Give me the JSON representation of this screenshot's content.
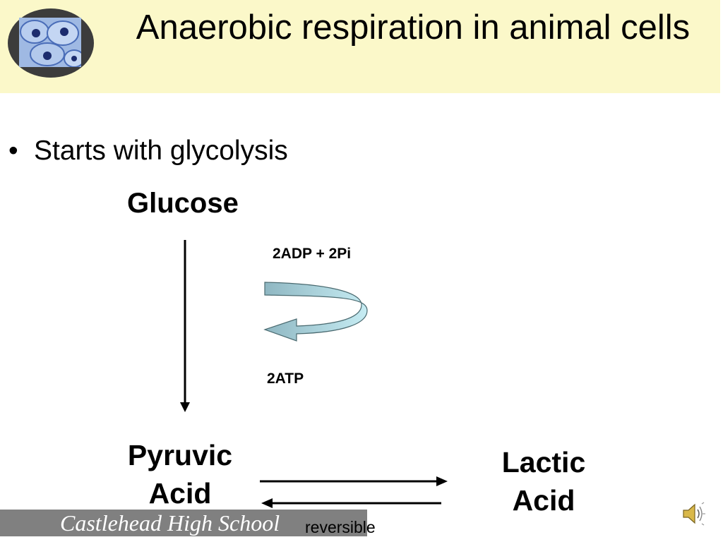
{
  "slide": {
    "title": "Anaerobic respiration in animal cells",
    "bullet": "Starts with glycolysis"
  },
  "diagram": {
    "glucose": "Glucose",
    "inputs": "2ADP + 2Pi",
    "outputs": "2ATP",
    "pyruvic_line1": "Pyruvic",
    "pyruvic_line2": "Acid",
    "lactic_line1": "Lactic",
    "lactic_line2": "Acid",
    "reversible": "reversible"
  },
  "footer": {
    "school": "Castlehead High School"
  },
  "icons": {
    "logo": "cell-micrograph-logo",
    "speaker": "speaker-icon"
  },
  "colors": {
    "title_bg": "#fbf8c9",
    "footer_bg": "#808080",
    "curved_arrow": "#a9d8df"
  }
}
